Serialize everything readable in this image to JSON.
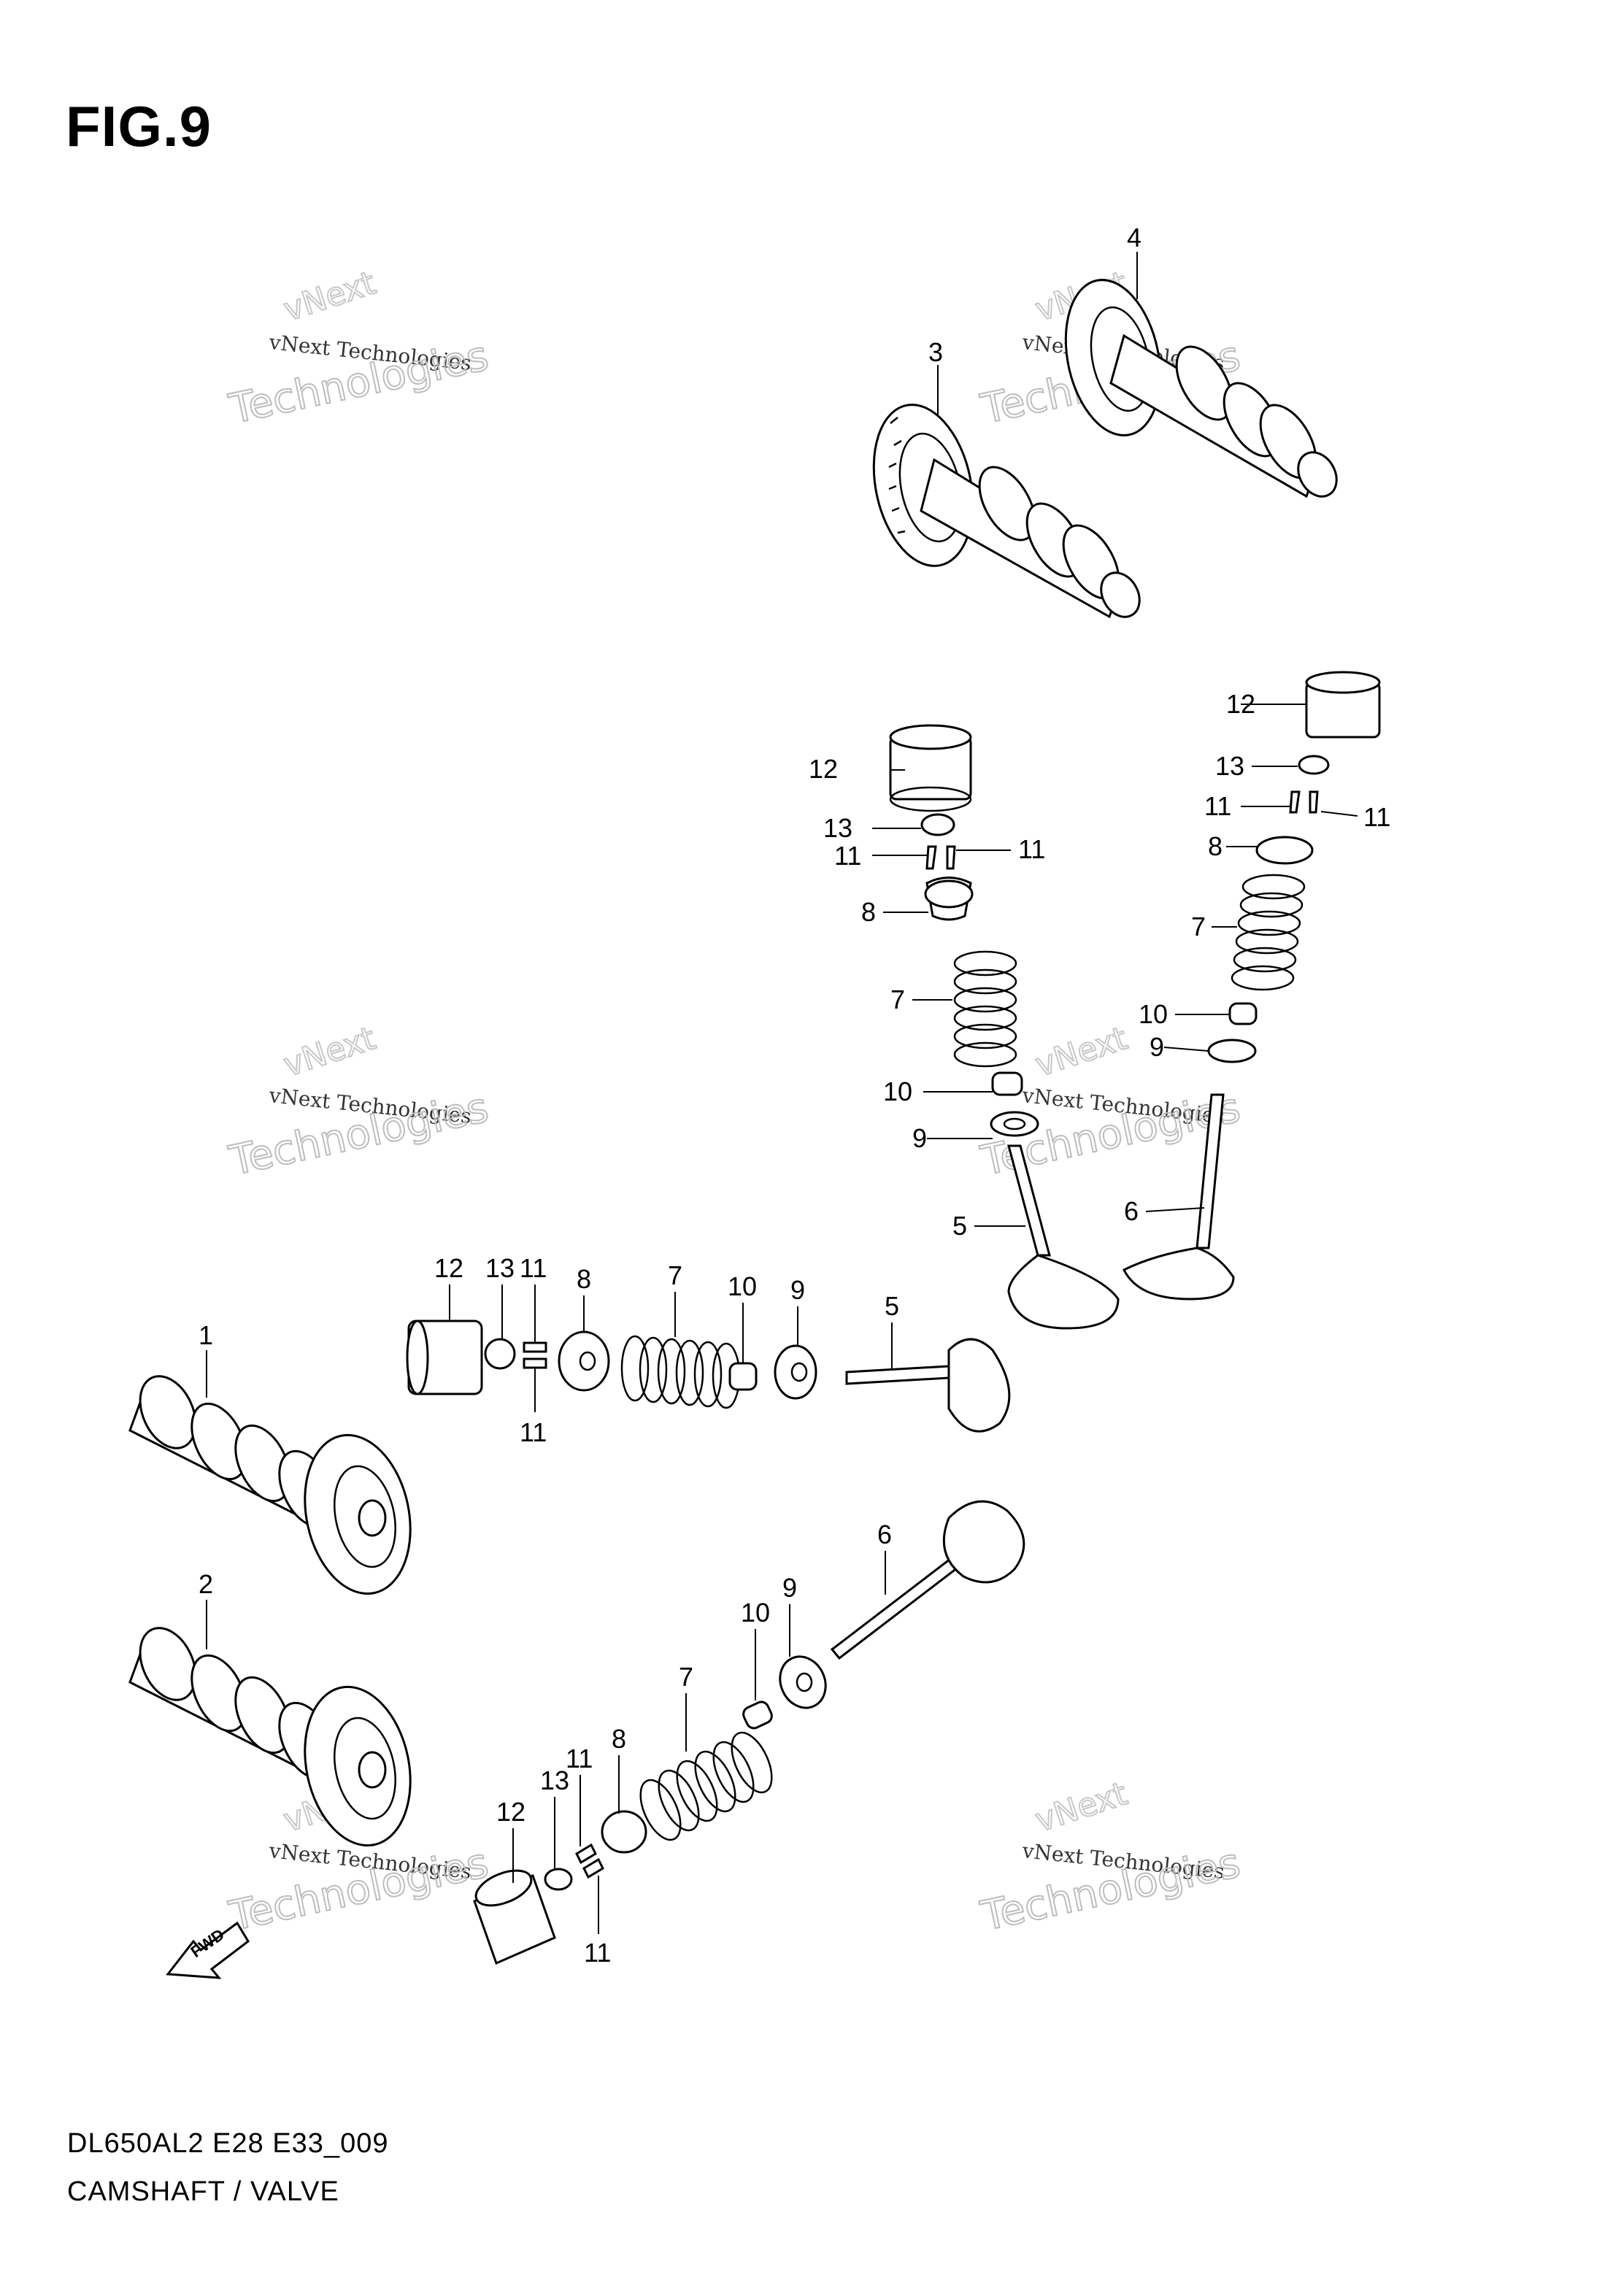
{
  "figure": {
    "title": "FIG.9",
    "model_code": "DL650AL2 E28 E33_009",
    "section_name": "CAMSHAFT / VALVE"
  },
  "direction_marker": {
    "label": "FWD"
  },
  "watermark": {
    "line1": "vNext Technologies",
    "line2": "vNext",
    "line3": "Technologies"
  },
  "callouts": {
    "c1": "1",
    "c2": "2",
    "c3": "3",
    "c4": "4",
    "c5a": "5",
    "c5b": "5",
    "c6a": "6",
    "c6b": "6",
    "c7a": "7",
    "c7b": "7",
    "c7c": "7",
    "c7d": "7",
    "c8a": "8",
    "c8b": "8",
    "c8c": "8",
    "c8d": "8",
    "c9a": "9",
    "c9b": "9",
    "c9c": "9",
    "c9d": "9",
    "c10a": "10",
    "c10b": "10",
    "c10c": "10",
    "c10d": "10",
    "c11a": "11",
    "c11b": "11",
    "c11c": "11",
    "c11d": "11",
    "c11e": "11",
    "c11f": "11",
    "c11g": "11",
    "c11h": "11",
    "c12a": "12",
    "c12b": "12",
    "c12c": "12",
    "c12d": "12",
    "c13a": "13",
    "c13b": "13",
    "c13c": "13",
    "c13d": "13"
  },
  "colors": {
    "line": "#000000",
    "background": "#ffffff",
    "watermark": "#bdbdbd"
  }
}
